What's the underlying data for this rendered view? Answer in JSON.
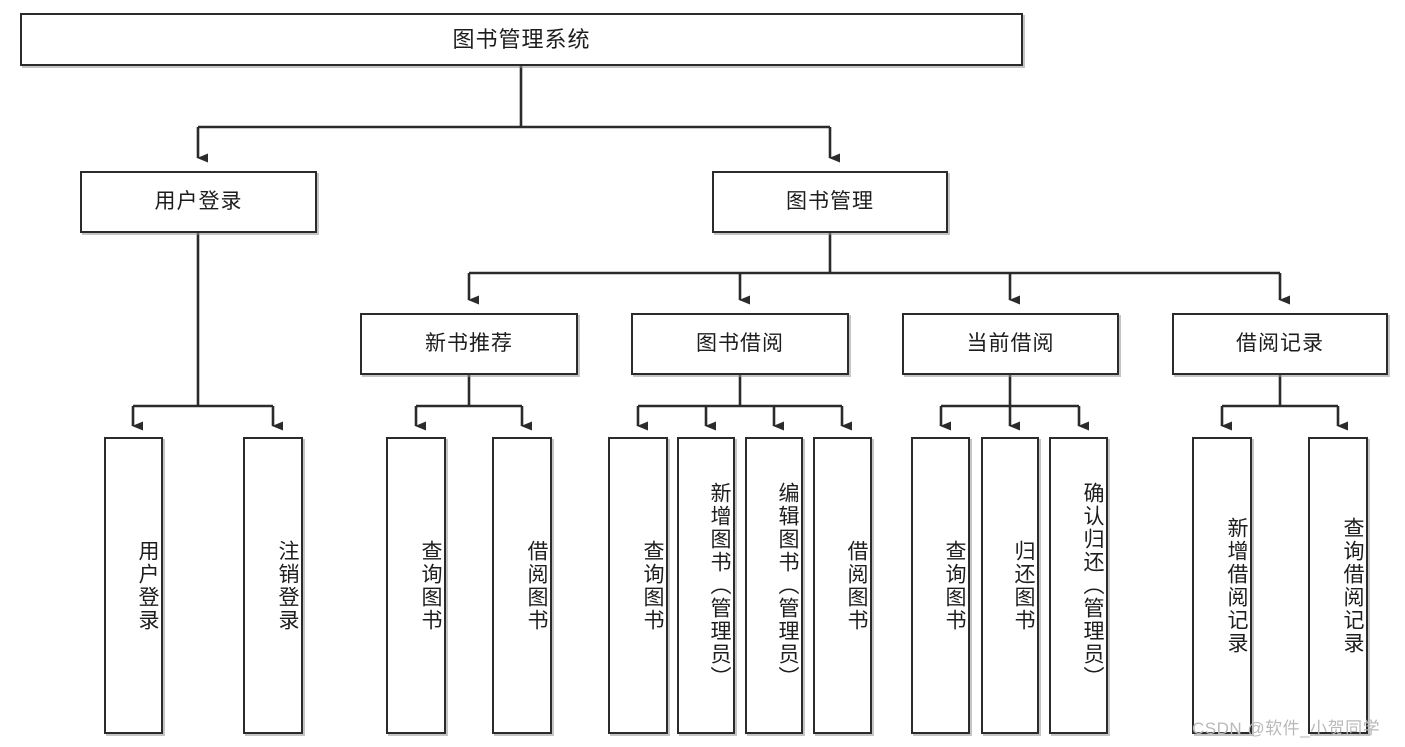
{
  "diagram": {
    "type": "tree",
    "title": "图书管理系统",
    "orientation": "top-down",
    "watermark": "CSDN @软件_小贺同学",
    "colors": {
      "box_border": "#2b2b2b",
      "box_fill": "#ffffff",
      "connector": "#2b2b2b",
      "text": "#1d1d1d",
      "watermark": "#b9b9b9"
    },
    "root": {
      "id": "root",
      "label": "图书管理系统"
    },
    "level2": [
      {
        "id": "user-login",
        "label": "用户登录"
      },
      {
        "id": "book-manage",
        "label": "图书管理"
      }
    ],
    "level3": [
      {
        "id": "new-book-recommend",
        "label": "新书推荐",
        "parent": "book-manage"
      },
      {
        "id": "book-borrow",
        "label": "图书借阅",
        "parent": "book-manage"
      },
      {
        "id": "current-borrow",
        "label": "当前借阅",
        "parent": "book-manage"
      },
      {
        "id": "borrow-record",
        "label": "借阅记录",
        "parent": "book-manage"
      }
    ],
    "leaves": [
      {
        "id": "leaf-user-login",
        "label": "用户登录",
        "parent": "user-login"
      },
      {
        "id": "leaf-user-logout",
        "label": "注销登录",
        "parent": "user-login"
      },
      {
        "id": "leaf-query-book-1",
        "label": "查询图书",
        "parent": "new-book-recommend"
      },
      {
        "id": "leaf-borrow-book-1",
        "label": "借阅图书",
        "parent": "new-book-recommend"
      },
      {
        "id": "leaf-query-book-2",
        "label": "查询图书",
        "parent": "book-borrow"
      },
      {
        "id": "leaf-add-book",
        "label": "新增图书（管理员）",
        "parent": "book-borrow"
      },
      {
        "id": "leaf-edit-book",
        "label": "编辑图书（管理员）",
        "parent": "book-borrow"
      },
      {
        "id": "leaf-borrow-book-2",
        "label": "借阅图书",
        "parent": "book-borrow"
      },
      {
        "id": "leaf-query-book-3",
        "label": "查询图书",
        "parent": "current-borrow"
      },
      {
        "id": "leaf-return-book",
        "label": "归还图书",
        "parent": "current-borrow"
      },
      {
        "id": "leaf-confirm-return",
        "label": "确认归还（管理员）",
        "parent": "current-borrow"
      },
      {
        "id": "leaf-add-record",
        "label": "新增借阅记录",
        "parent": "borrow-record"
      },
      {
        "id": "leaf-query-record",
        "label": "查询借阅记录",
        "parent": "borrow-record"
      }
    ]
  }
}
